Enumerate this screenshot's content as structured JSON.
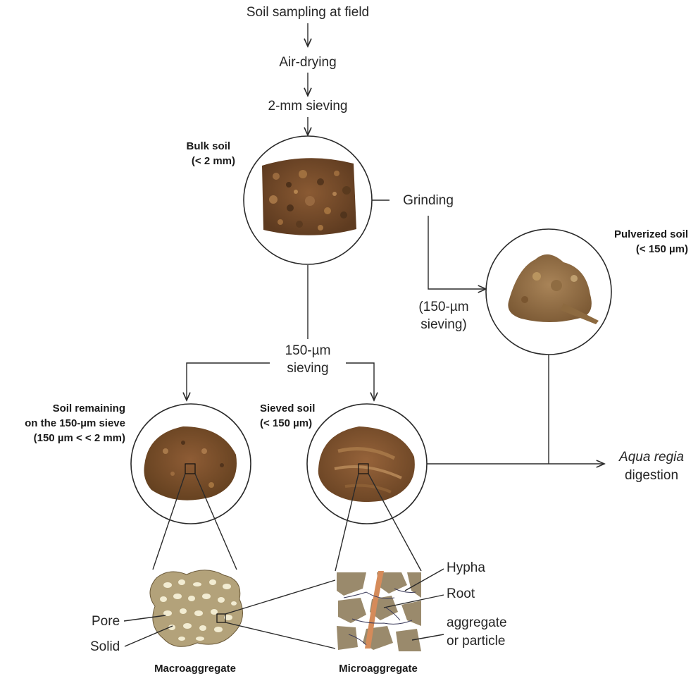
{
  "steps": {
    "field": "Soil sampling at field",
    "air": "Air-drying",
    "sieve2": "2-mm sieving",
    "grinding": "Grinding",
    "sieve150_line1": "150-µm",
    "sieve150_line2": "sieving",
    "sieve150p_line1": "(150-µm",
    "sieve150p_line2": "sieving)",
    "digestion_italic": "Aqua regia",
    "digestion_rest": "digestion"
  },
  "samples": {
    "bulk_line1": "Bulk soil",
    "bulk_line2": "(< 2 mm)",
    "pulverized_line1": "Pulverized soil",
    "pulverized_line2": "(< 150 µm)",
    "remaining_line1": "Soil remaining",
    "remaining_line2": "on the 150-µm sieve",
    "remaining_line3": "(150 µm <  < 2 mm)",
    "sieved_line1": "Sieved soil",
    "sieved_line2": "(< 150 µm)"
  },
  "aggregates": {
    "pore": "Pore",
    "solid": "Solid",
    "macro": "Macroaggregate",
    "micro": "Microaggregate",
    "hypha": "Hypha",
    "root": "Root",
    "particle_line1": "aggregate",
    "particle_line2": "or particle"
  },
  "colors": {
    "soil_dark": "#6b4426",
    "soil_mid": "#8a5a33",
    "soil_light": "#a87a4e",
    "pulverized": "#9a7448",
    "macro_fill": "#b3a27a",
    "pore_fill": "#f2ecd2",
    "micro_fill": "#9a8a6c",
    "root_color": "#d58b5a"
  }
}
